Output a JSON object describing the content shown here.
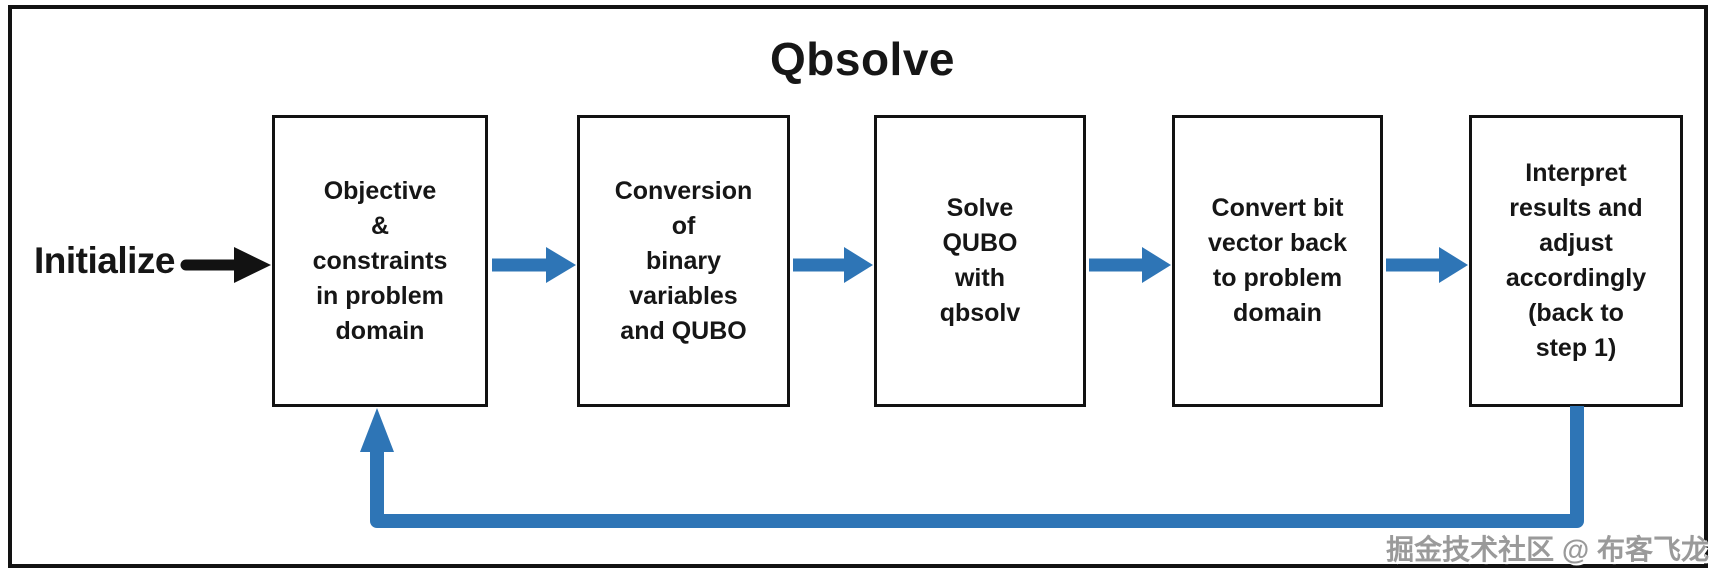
{
  "diagram": {
    "title": "Qbsolve",
    "start_label": "Initialize",
    "steps": [
      {
        "label": "Objective\n&\nconstraints\nin problem\ndomain"
      },
      {
        "label": "Conversion\nof\nbinary\nvariables\nand QUBO"
      },
      {
        "label": "Solve\nQUBO\nwith\nqbsolv"
      },
      {
        "label": "Convert bit\nvector back\nto problem\ndomain"
      },
      {
        "label": "Interpret\nresults and\nadjust\naccordingly\n(back to\nstep 1)"
      }
    ]
  },
  "watermark": {
    "text": "掘金技术社区 @ 布客飞龙"
  },
  "colors": {
    "accent_blue": "#2E75B6",
    "line_black": "#121212",
    "text_color": "#161616",
    "watermark_gray": "#9a9a9a"
  }
}
